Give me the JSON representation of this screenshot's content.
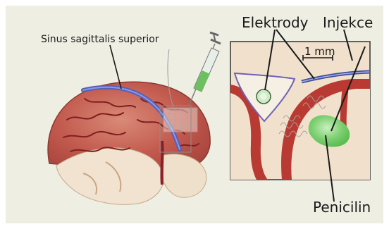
{
  "labels": {
    "sinus": "Sinus sagittalis  superior",
    "electrodes": "Elektrody",
    "injection": "Injekce",
    "scale": "1 mm",
    "penicillin": "Penicilin"
  }
}
